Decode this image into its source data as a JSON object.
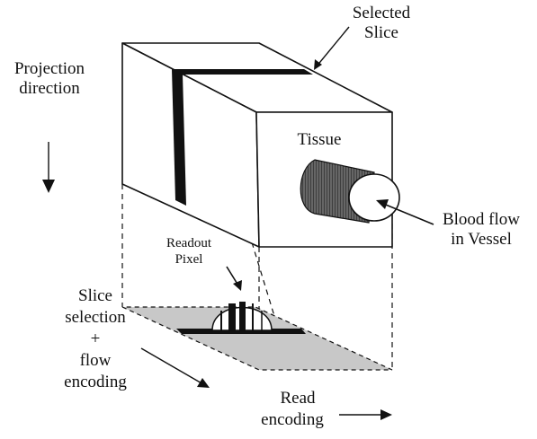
{
  "labels": {
    "selected_slice": [
      "Selected",
      "Slice"
    ],
    "projection_direction": [
      "Projection",
      "direction"
    ],
    "tissue": "Tissue",
    "blood_flow": [
      "Blood flow",
      "in Vessel"
    ],
    "readout_pixel": [
      "Readout",
      "Pixel"
    ],
    "slice_selection": [
      "Slice",
      "selection",
      "+",
      "flow",
      "encoding"
    ],
    "read_encoding": [
      "Read",
      "encoding"
    ]
  },
  "colors": {
    "ink": "#111111",
    "shade": "#c8c8c8",
    "vessel": "#555555",
    "background": "#ffffff"
  }
}
